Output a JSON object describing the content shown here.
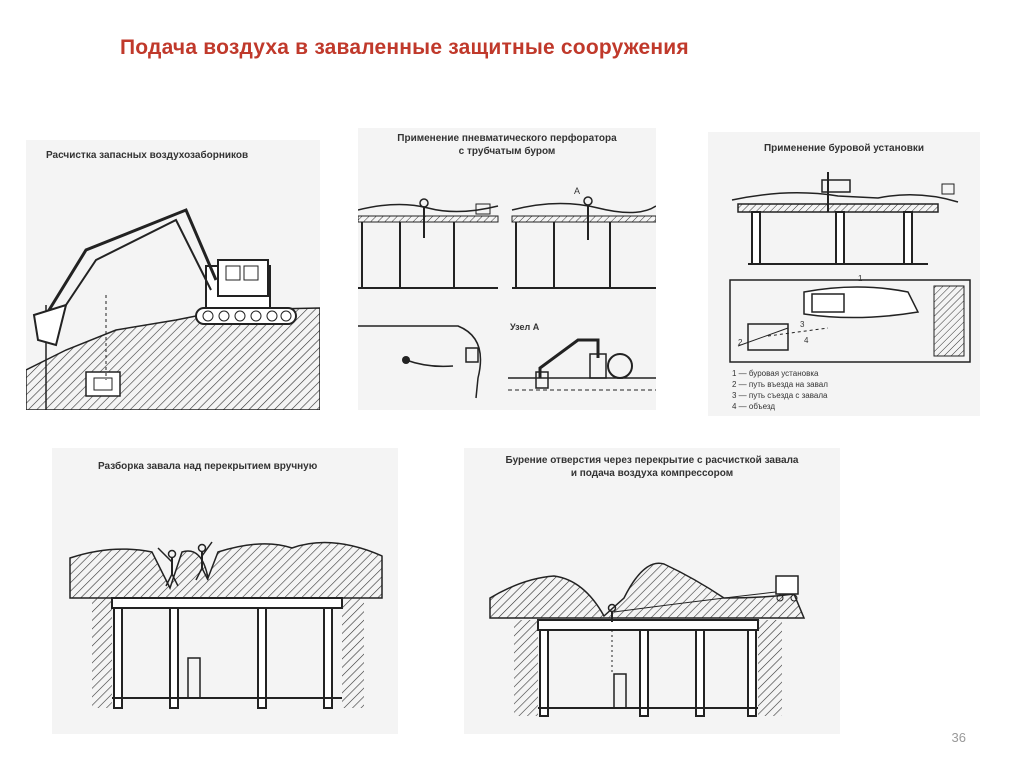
{
  "slide": {
    "title": "Подача воздуха в заваленные защитные сооружения",
    "page_number": "36"
  },
  "panels": {
    "excavator": {
      "caption": "Расчистка запасных воздухозаборников"
    },
    "perforator": {
      "caption_line1": "Применение пневматического перфоратора",
      "caption_line2": "с трубчатым буром",
      "node_label": "Узел А",
      "mark_label": "А"
    },
    "drill_rig": {
      "caption": "Применение буровой установки",
      "legend": [
        "1 — буровая установка",
        "2 — путь въезда на завал",
        "3 — путь съезда с завала",
        "4 — объезд"
      ],
      "markers": [
        "1",
        "2",
        "3",
        "4"
      ]
    },
    "manual": {
      "caption": "Разборка завала над перекрытием вручную"
    },
    "compressor": {
      "caption_line1": "Бурение отверстия через перекрытие с расчисткой завала",
      "caption_line2": "и подача воздуха компрессором"
    }
  }
}
